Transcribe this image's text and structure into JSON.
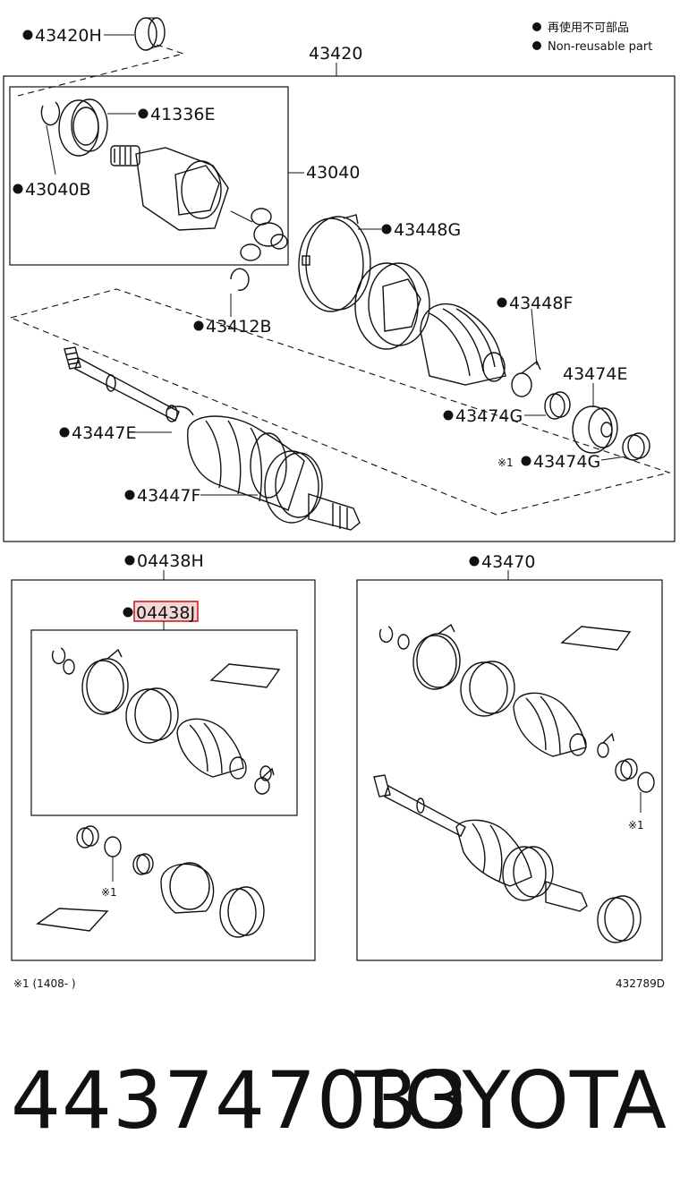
{
  "legend": {
    "jp": "再使用不可部品",
    "en": "Non-reusable part"
  },
  "labels": {
    "p43420H": "43420H",
    "p43420": "43420",
    "p41336E": "41336E",
    "p43040": "43040",
    "p43040B": "43040B",
    "p43448G": "43448G",
    "p43412B": "43412B",
    "p43448F": "43448F",
    "p43474E": "43474E",
    "p43474G_a": "43474G",
    "p43447E": "43447E",
    "p43474G_b": "43474G",
    "p43447F": "43447F",
    "mark1": "※1",
    "p04438H": "04438H",
    "p43470": "43470",
    "p04438J": "04438J",
    "mark1_b": "※1",
    "mark1_c": "※1"
  },
  "footnote": "※1 (1408-       )",
  "drawing_id": "432789D",
  "footer": {
    "part_number": "443747033",
    "brand": "TOYOTA"
  }
}
